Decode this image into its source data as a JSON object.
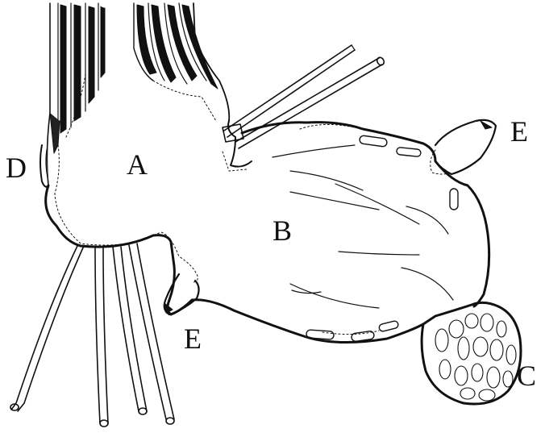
{
  "labels": {
    "A": "A",
    "B": "B",
    "C": "C",
    "D": "D",
    "E_upper": "E",
    "E_lower": "E"
  },
  "colors": {
    "ink": "#111111",
    "paper": "#ffffff"
  }
}
